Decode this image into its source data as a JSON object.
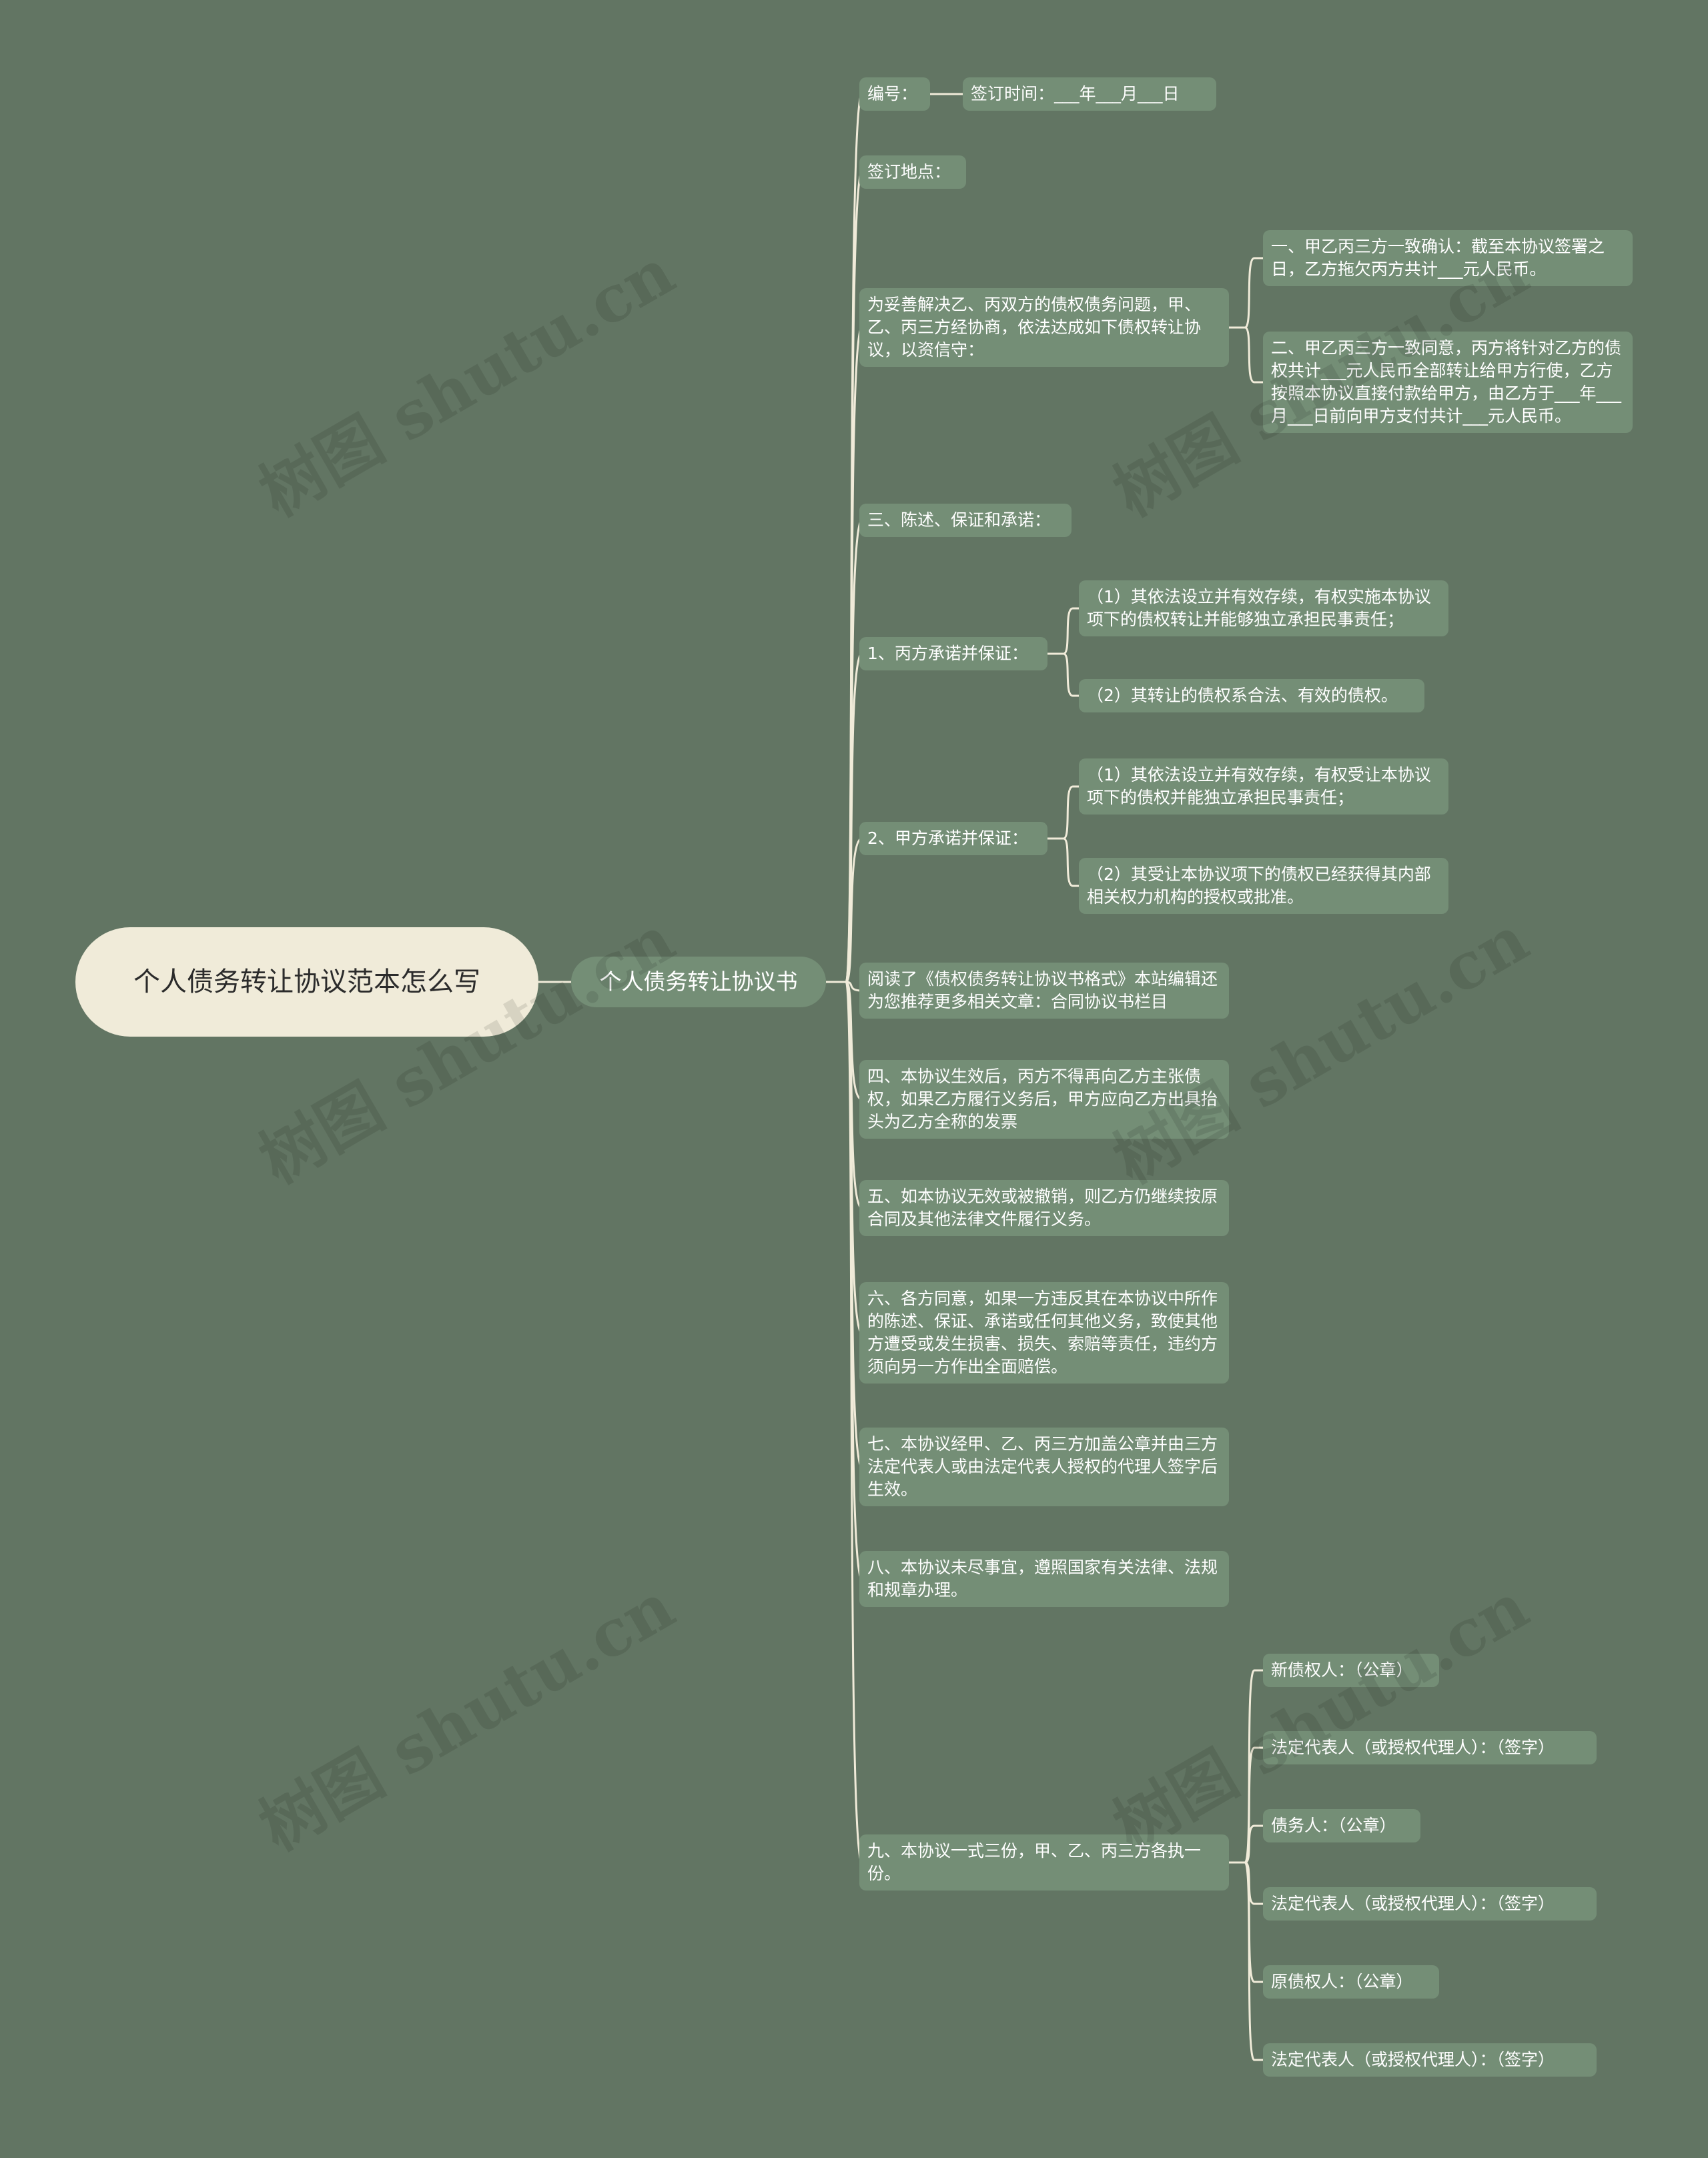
{
  "root": {
    "title": "个人债务转让协议范本怎么写"
  },
  "branch": {
    "title": "个人债务转让协议书"
  },
  "items": [
    {
      "text": "编号：",
      "children": [
        {
          "text": "签订时间：___年___月___日"
        }
      ]
    },
    {
      "text": "签订地点：",
      "children": []
    },
    {
      "text": "为妥善解决乙、丙双方的债权债务问题，甲、乙、丙三方经协商，依法达成如下债权转让协议，以资信守：",
      "children": [
        {
          "text": "一、甲乙丙三方一致确认：截至本协议签署之日，乙方拖欠丙方共计___元人民币。"
        },
        {
          "text": "二、甲乙丙三方一致同意，丙方将针对乙方的债权共计___元人民币全部转让给甲方行使，乙方按照本协议直接付款给甲方，由乙方于___年___月___日前向甲方支付共计___元人民币。"
        }
      ]
    },
    {
      "text": "三、陈述、保证和承诺：",
      "children": []
    },
    {
      "text": "1、丙方承诺并保证：",
      "children": [
        {
          "text": "（1）其依法设立并有效存续，有权实施本协议项下的债权转让并能够独立承担民事责任；"
        },
        {
          "text": "（2）其转让的债权系合法、有效的债权。"
        }
      ]
    },
    {
      "text": "2、甲方承诺并保证：",
      "children": [
        {
          "text": "（1）其依法设立并有效存续，有权受让本协议项下的债权并能独立承担民事责任；"
        },
        {
          "text": "（2）其受让本协议项下的债权已经获得其内部相关权力机构的授权或批准。"
        }
      ]
    },
    {
      "text": "阅读了《债权债务转让协议书格式》本站编辑还为您推荐更多相关文章：合同协议书栏目",
      "children": []
    },
    {
      "text": "四、本协议生效后，丙方不得再向乙方主张债权，如果乙方履行义务后，甲方应向乙方出具抬头为乙方全称的发票",
      "children": []
    },
    {
      "text": "五、如本协议无效或被撤销，则乙方仍继续按原合同及其他法律文件履行义务。",
      "children": []
    },
    {
      "text": "六、各方同意，如果一方违反其在本协议中所作的陈述、保证、承诺或任何其他义务，致使其他方遭受或发生损害、损失、索赔等责任，违约方须向另一方作出全面赔偿。",
      "children": []
    },
    {
      "text": "七、本协议经甲、乙、丙三方加盖公章并由三方法定代表人或由法定代表人授权的代理人签字后生效。",
      "children": []
    },
    {
      "text": "八、本协议未尽事宜，遵照国家有关法律、法规和规章办理。",
      "children": []
    },
    {
      "text": "九、本协议一式三份，甲、乙、丙三方各执一份。",
      "children": [
        {
          "text": "新债权人：（公章）"
        },
        {
          "text": "法定代表人（或授权代理人）：（签字）"
        },
        {
          "text": "债务人：（公章）"
        },
        {
          "text": "法定代表人（或授权代理人）：（签字）"
        },
        {
          "text": "原债权人：（公章）"
        },
        {
          "text": "法定代表人（或授权代理人）：（签字）"
        }
      ]
    }
  ],
  "watermark": "树图 shutu.cn",
  "colors": {
    "background": "#627563",
    "node": "#748e76",
    "root": "#f0ebd9",
    "line": "#f0ebd9"
  }
}
